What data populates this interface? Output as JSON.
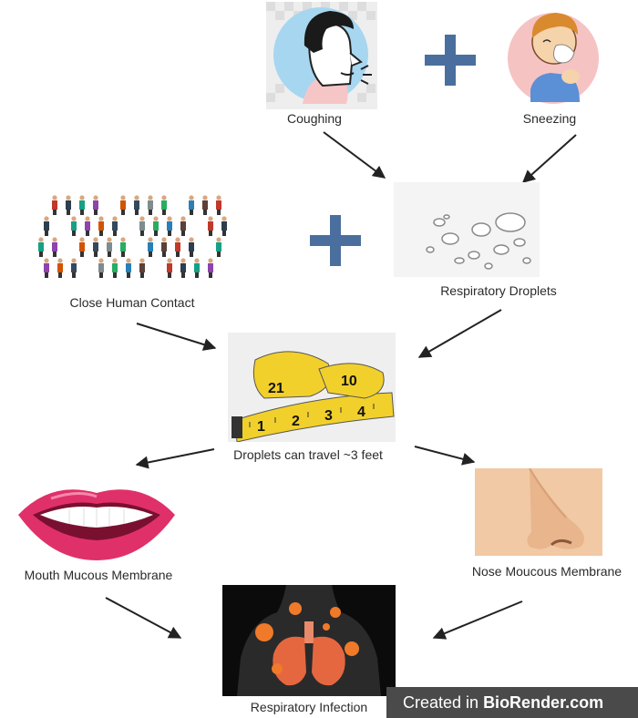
{
  "nodes": {
    "coughing": "Coughing",
    "sneezing": "Sneezing",
    "close_contact": "Close Human Contact",
    "respiratory_droplets": "Respiratory Droplets",
    "droplets_travel": "Droplets can travel ~3 feet",
    "mouth": "Mouth Mucous Membrane",
    "nose": "Nose Moucous Membrane",
    "infection": "Respiratory Infection"
  },
  "operators": {
    "plus": "+"
  },
  "tape_marks": [
    "1",
    "2",
    "3",
    "4",
    "10",
    "21"
  ],
  "watermark": {
    "prefix": "Created in ",
    "brand": "BioRender.com"
  },
  "colors": {
    "plus": "#4a6f9e",
    "arrow": "#222222",
    "tape": "#f2d02b",
    "lips": "#e0306a",
    "skin": "#f1c9a5"
  }
}
